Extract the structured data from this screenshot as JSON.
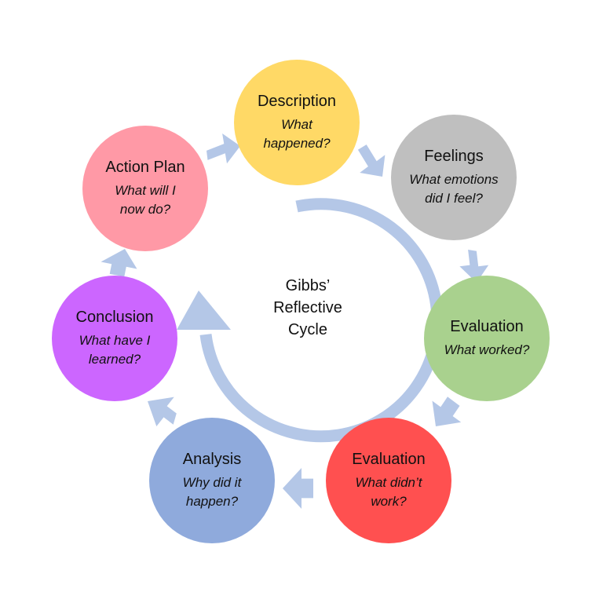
{
  "center": {
    "label": "Gibbs’\nReflective\nCycle"
  },
  "stages": [
    {
      "title": "Description",
      "question": "What\nhappened?",
      "color": "#FFD966"
    },
    {
      "title": "Feelings",
      "question": "What emotions\ndid I feel?",
      "color": "#BFBFBF"
    },
    {
      "title": "Evaluation",
      "question": "What worked?",
      "color": "#A9D18E"
    },
    {
      "title": "Evaluation",
      "question": "What didn’t\nwork?",
      "color": "#FF5050"
    },
    {
      "title": "Analysis",
      "question": "Why did it\nhappen?",
      "color": "#8FAADC"
    },
    {
      "title": "Conclusion",
      "question": "What have I\nlearned?",
      "color": "#CC66FF"
    },
    {
      "title": "Action Plan",
      "question": "What will I\nnow do?",
      "color": "#FF99A6"
    }
  ],
  "connector_color": "#B4C7E7"
}
